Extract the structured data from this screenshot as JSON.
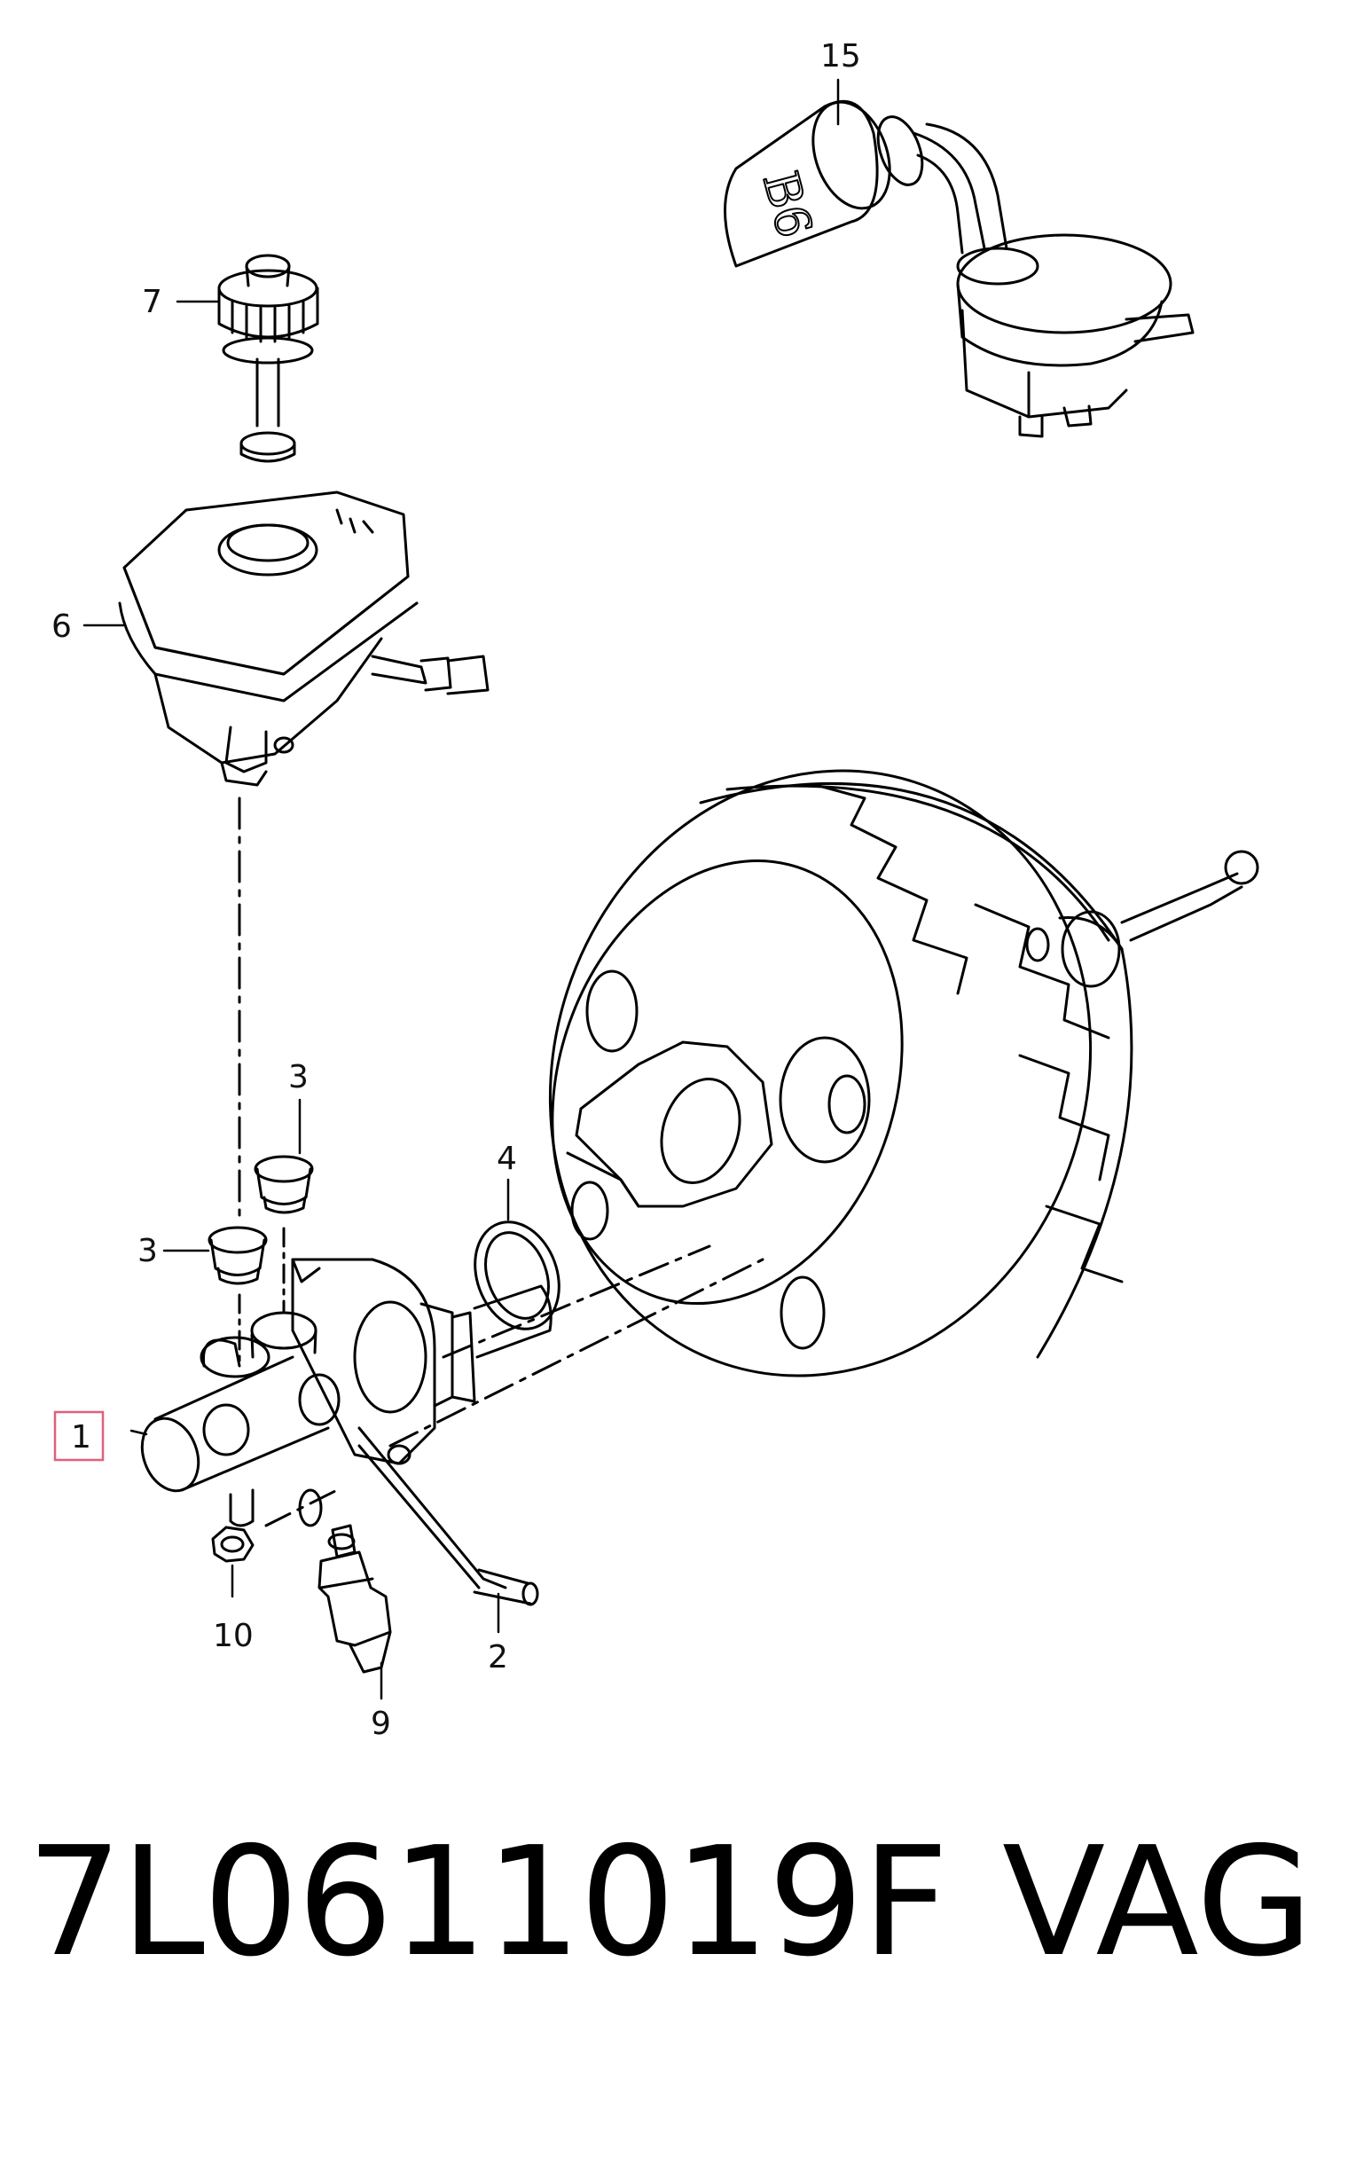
{
  "callouts": {
    "c15": "15",
    "c7": "7",
    "c6": "6",
    "c3a": "3",
    "c3b": "3",
    "c4": "4",
    "c1": "1",
    "c10": "10",
    "c2": "2",
    "c9": "9"
  },
  "sensor_label": "B6",
  "highlight_color": "#e0607a",
  "footer": {
    "part_number": "7L0611019F",
    "brand": "VAG"
  }
}
